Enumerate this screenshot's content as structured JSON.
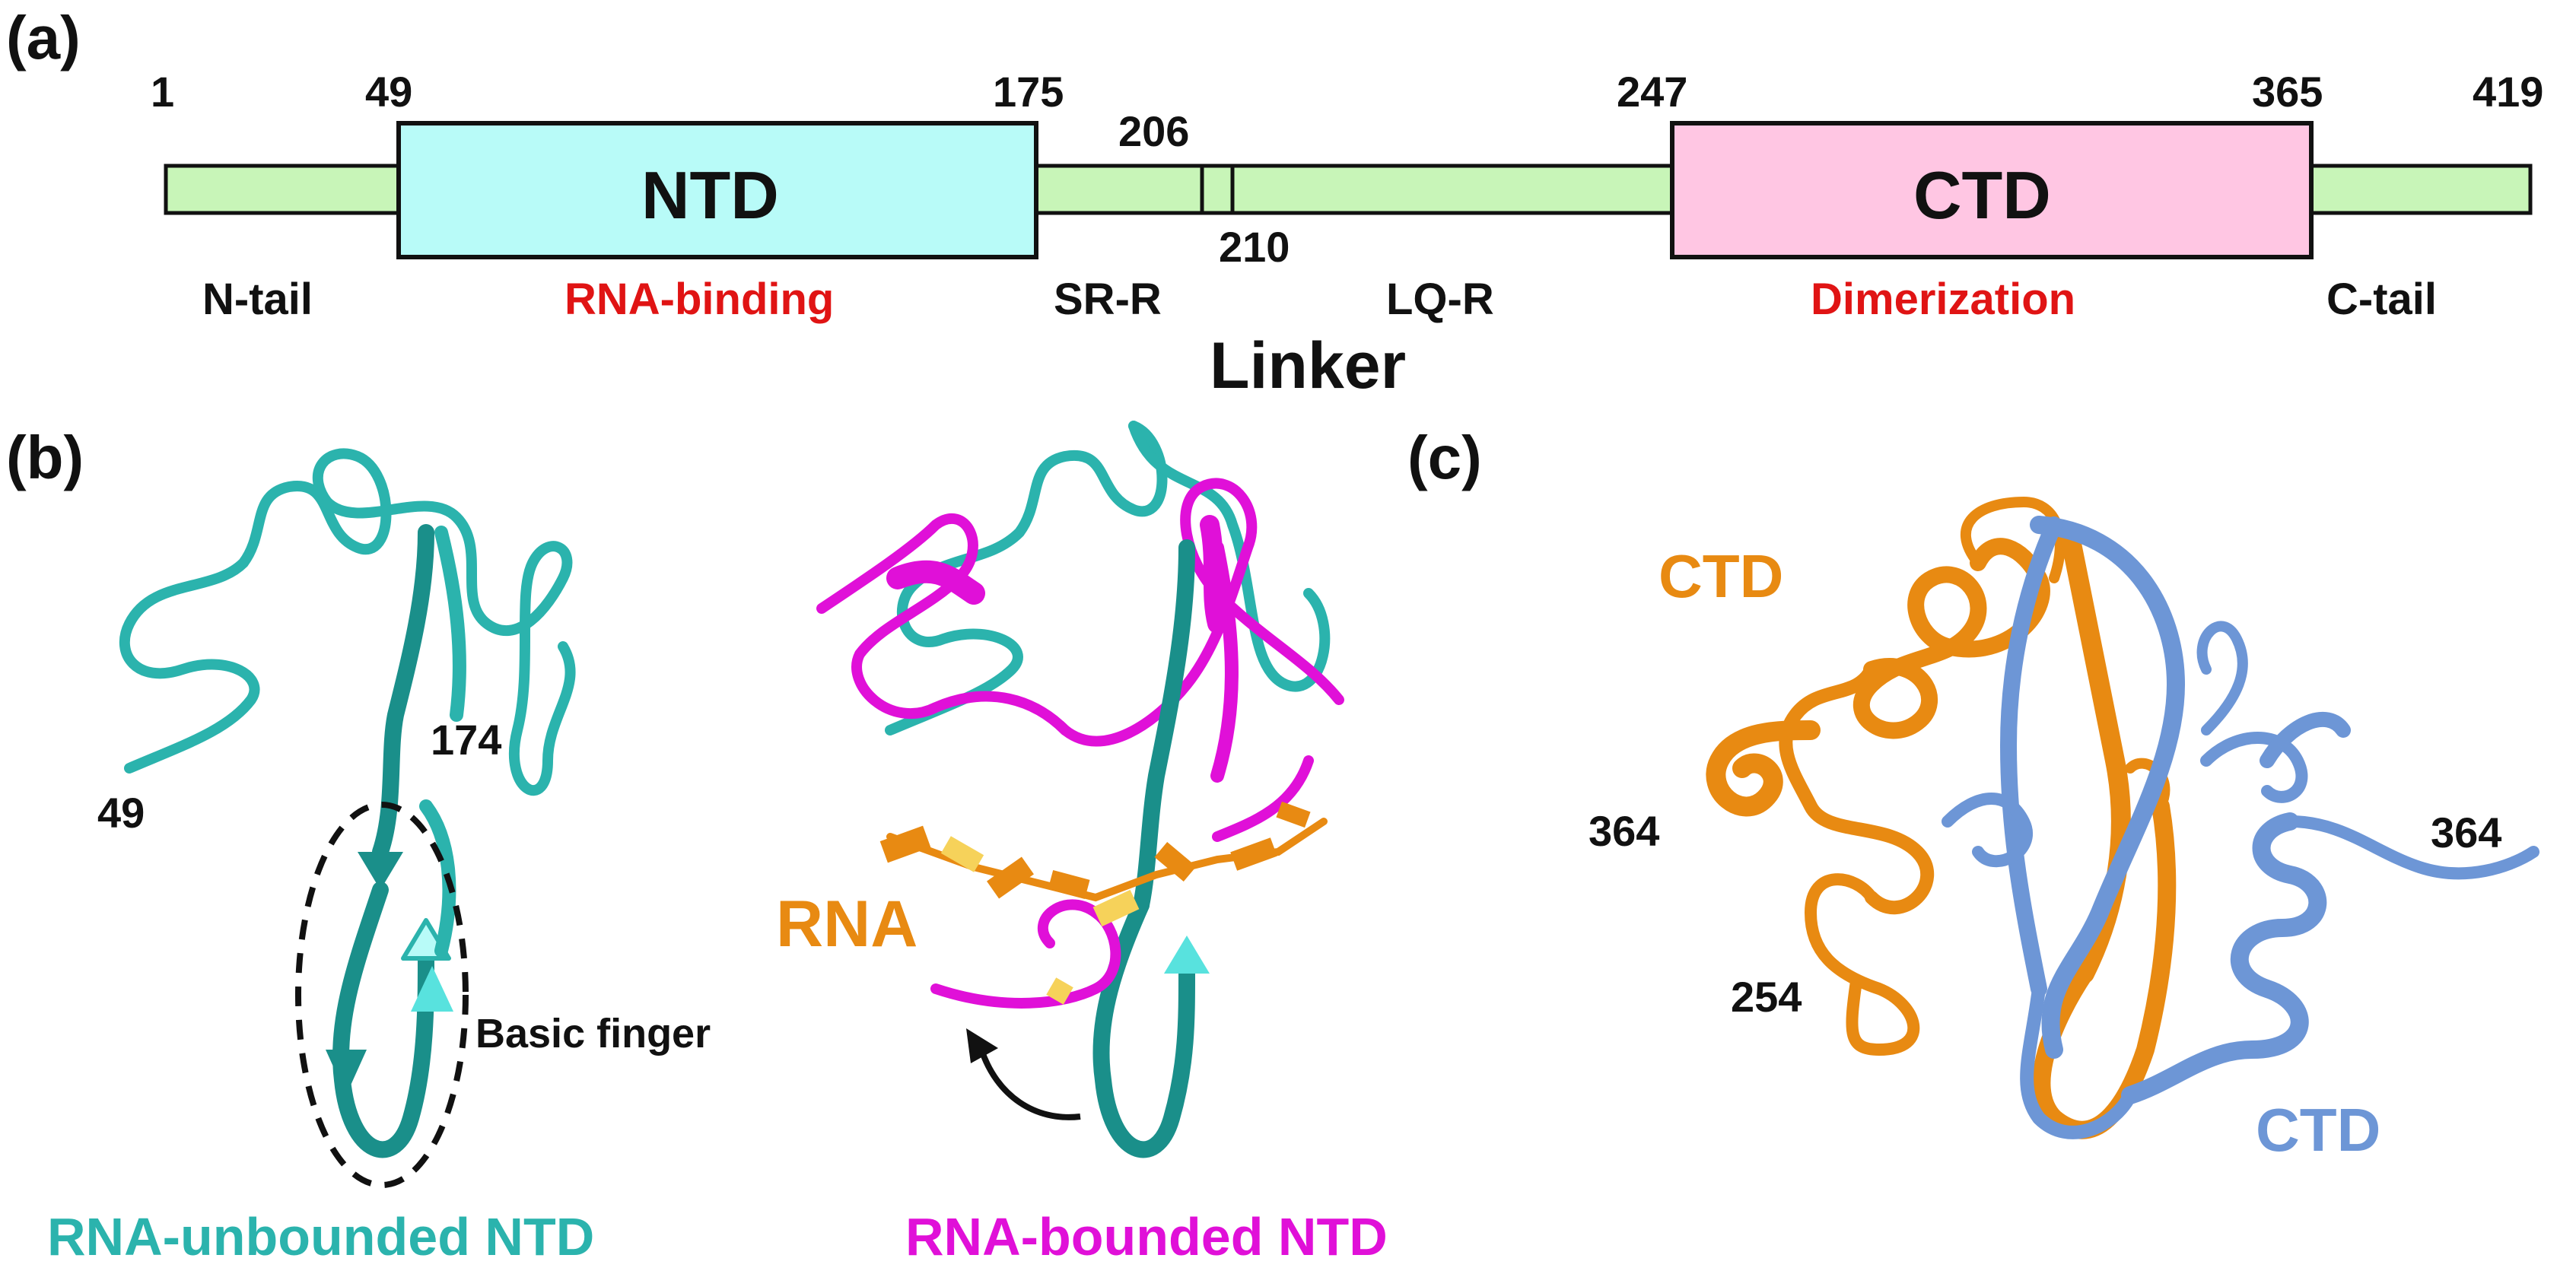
{
  "panel_labels": {
    "a": "(a)",
    "b": "(b)",
    "c": "(c)"
  },
  "colors": {
    "linker_fill": "#c8f5b8",
    "ntd_fill": "#b8fbf8",
    "ctd_fill": "#ffc6e3",
    "teal": "#2bb3ad",
    "magenta": "#e010d8",
    "orange": "#e88a12",
    "blue": "#6d96d6",
    "red_label": "#e01414"
  },
  "panel_a": {
    "positions": {
      "p1": "1",
      "p49": "49",
      "p175": "175",
      "p206": "206",
      "p210": "210",
      "p247": "247",
      "p365": "365",
      "p419": "419"
    },
    "ntd_label": "NTD",
    "ctd_label": "CTD",
    "region_labels": {
      "n_tail": "N-tail",
      "rna_binding": "RNA-binding",
      "sr_r": "SR-R",
      "lq_r": "LQ-R",
      "dimerization": "Dimerization",
      "c_tail": "C-tail",
      "linker": "Linker"
    }
  },
  "panel_b": {
    "left": {
      "label_49": "49",
      "label_174": "174",
      "basic_finger": "Basic finger",
      "caption": "RNA-unbounded NTD"
    },
    "right": {
      "rna_label": "RNA",
      "caption": "RNA-bounded NTD"
    }
  },
  "panel_c": {
    "ctd_orange_label": "CTD",
    "ctd_blue_label": "CTD",
    "label_364_left": "364",
    "label_364_right": "364",
    "label_254": "254"
  }
}
